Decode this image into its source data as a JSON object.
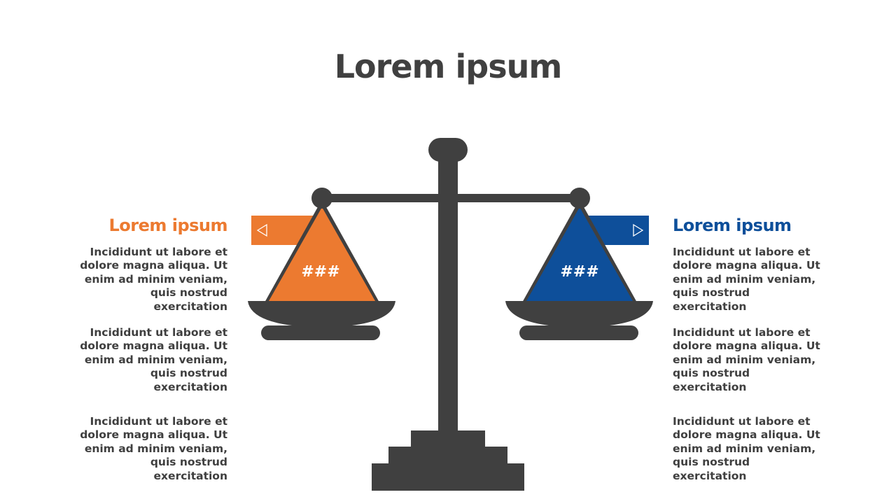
{
  "title": "Lorem ipsum",
  "colors": {
    "orange": "#ec7a30",
    "blue": "#0e4f9a",
    "dark": "#404040"
  },
  "left": {
    "heading": "Lorem ipsum",
    "pan_label": "###",
    "paragraphs": [
      "Incididunt ut labore et dolore magna aliqua. Ut enim ad minim veniam, quis nostrud exercitation",
      "Incididunt ut labore et dolore magna aliqua. Ut enim ad minim veniam, quis nostrud exercitation",
      "Incididunt ut labore et dolore magna aliqua. Ut enim ad minim veniam, quis nostrud exercitation"
    ]
  },
  "right": {
    "heading": "Lorem ipsum",
    "pan_label": "###",
    "paragraphs": [
      "Incididunt ut labore et dolore magna aliqua. Ut enim ad minim veniam, quis nostrud exercitation",
      "Incididunt ut labore et dolore magna aliqua. Ut enim ad minim veniam, quis nostrud exercitation",
      "Incididunt ut labore et dolore magna aliqua. Ut enim ad minim veniam, quis nostrud exercitation"
    ]
  }
}
